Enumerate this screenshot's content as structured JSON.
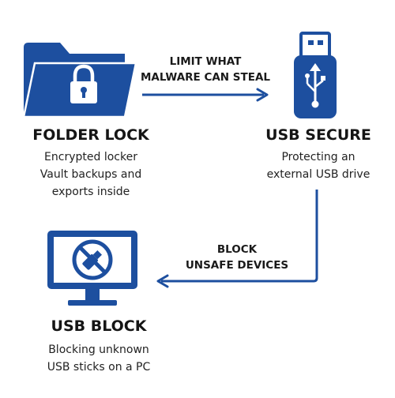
{
  "colors": {
    "brand_blue": "#1d4f9f",
    "text": "#1a1a1a"
  },
  "nodes": {
    "folder_lock": {
      "icon": "folder-lock-icon",
      "title": "FOLDER LOCK",
      "desc_lines": [
        "Encrypted locker",
        "Vault backups and",
        "exports inside"
      ]
    },
    "usb_secure": {
      "icon": "usb-drive-icon",
      "title": "USB SECURE",
      "desc_lines": [
        "Protecting an",
        "external USB drive"
      ]
    },
    "usb_block": {
      "icon": "monitor-blocked-usb-icon",
      "title": "USB BLOCK",
      "desc_lines": [
        "Blocking unknown",
        "USB sticks on a PC"
      ]
    }
  },
  "edges": {
    "folder_to_usb": {
      "label_lines": [
        "LIMIT WHAT",
        "MALWARE CAN STEAL"
      ]
    },
    "usb_to_block": {
      "label_lines": [
        "BLOCK",
        "UNSAFE DEVICES"
      ]
    }
  }
}
